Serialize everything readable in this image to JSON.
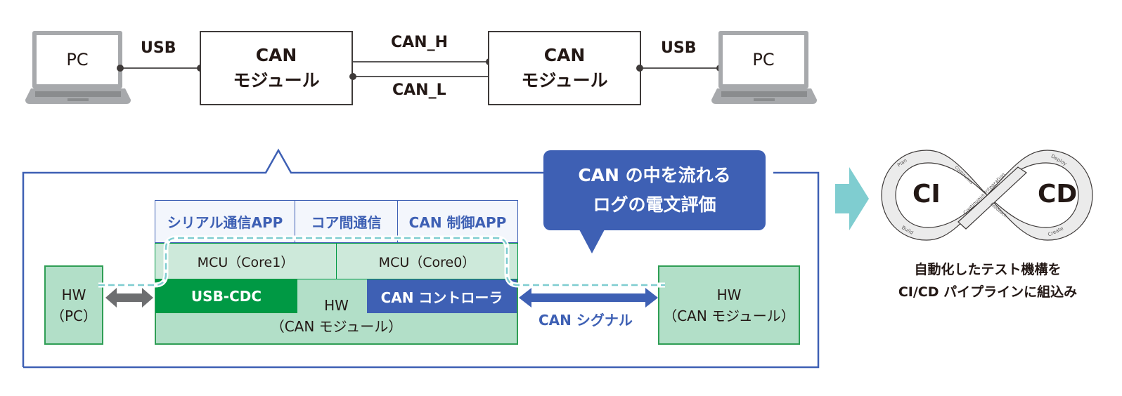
{
  "top_diagram": {
    "left_pc": {
      "label": "PC"
    },
    "right_pc": {
      "label": "PC"
    },
    "left_link": "USB",
    "right_link": "USB",
    "left_module": {
      "line1": "CAN",
      "line2": "モジュール"
    },
    "right_module": {
      "line1": "CAN",
      "line2": "モジュール"
    },
    "bus_high": "CAN_H",
    "bus_low": "CAN_L"
  },
  "detail": {
    "app_layer": [
      "シリアル通信APP",
      "コア間通信",
      "CAN 制御APP"
    ],
    "mcu_layer": [
      "MCU（Core1）",
      "MCU（Core0）"
    ],
    "usb_cdc": "USB-CDC",
    "can_controller": "CAN コントローラ",
    "module_hw": {
      "line1": "HW",
      "line2": "（CAN モジュール）"
    },
    "pc_hw": {
      "line1": "HW",
      "line2": "（PC）"
    },
    "remote_hw": {
      "line1": "HW",
      "line2": "（CAN モジュール）"
    },
    "signal_label": "CAN シグナル",
    "callout": {
      "line1": "CAN の中を流れる",
      "line2": "ログの電文評価"
    }
  },
  "cicd": {
    "left_label": "CI",
    "right_label": "CD",
    "loop_labels": [
      "Plan",
      "Build",
      "Continuous",
      "Continuous Integration",
      "Feedback",
      "Deploy",
      "Create"
    ],
    "caption": {
      "line1": "自動化したテスト機構を",
      "line2": "CI/CD パイプラインに組込み"
    }
  },
  "colors": {
    "accent_blue": "#3e60b4",
    "green": "#009944",
    "light_green": "#b2dfc8",
    "teal_arrow": "#7fcdd0",
    "dashed_path": "#7fcdd0"
  }
}
